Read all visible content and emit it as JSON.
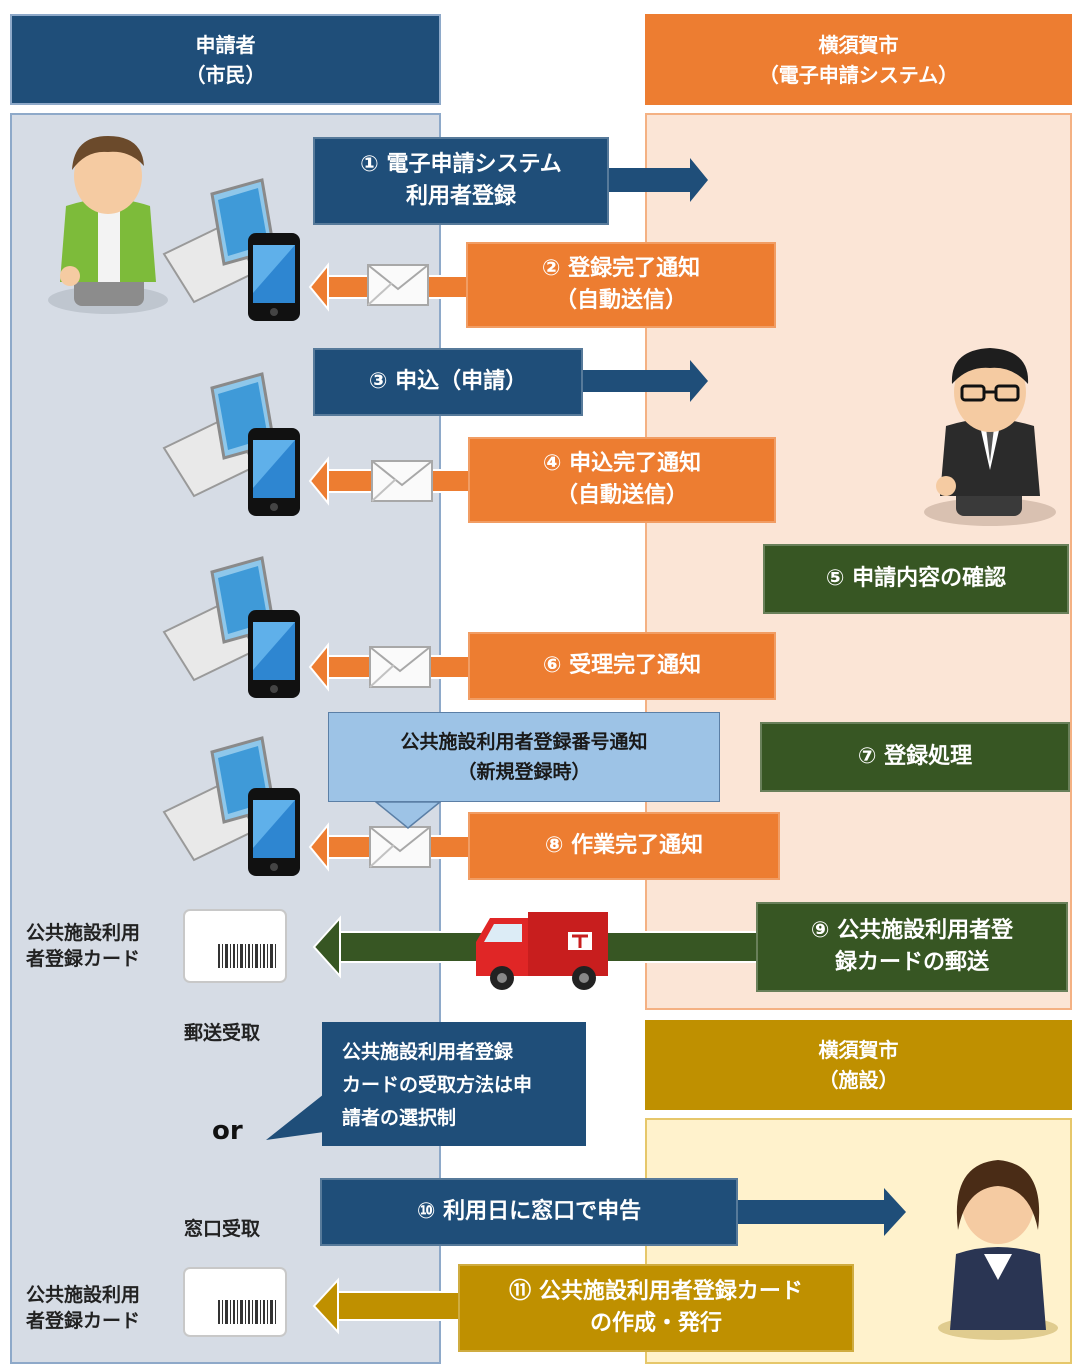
{
  "headers": {
    "applicant": {
      "line1": "申請者",
      "line2": "（市民）"
    },
    "city_system": {
      "line1": "横須賀市",
      "line2": "（電子申請システム）"
    },
    "city_facility": {
      "line1": "横須賀市",
      "line2": "（施設）"
    }
  },
  "steps": [
    {
      "line1": "①  電子申請システム",
      "line2": "利用者登録"
    },
    {
      "line1": "②  登録完了通知",
      "line2": "（自動送信）"
    },
    {
      "line1": "③  申込（申請）"
    },
    {
      "line1": "④  申込完了通知",
      "line2": "（自動送信）"
    },
    {
      "line1": "⑤  申請内容の確認"
    },
    {
      "line1": "⑥  受理完了通知"
    },
    {
      "line1": "⑦  登録処理"
    },
    {
      "line1": "⑧  作業完了通知"
    },
    {
      "line1": "⑨  公共施設利用者登",
      "line2": "録カードの郵送"
    },
    {
      "line1": "⑩  利用日に窓口で申告"
    },
    {
      "line1": "⑪  公共施設利用者登録カード",
      "line2": "の作成・発行"
    }
  ],
  "callouts": {
    "number_notice": {
      "line1": "公共施設利用者登録番号通知",
      "line2": "（新規登録時）"
    },
    "selection": {
      "line1": "公共施設利用者登録",
      "line2": "カードの受取方法は申",
      "line3": "請者の選択制"
    }
  },
  "labels": {
    "card_top": {
      "line1": "公共施設利用",
      "line2": "者登録カード"
    },
    "card_bottom": {
      "line1": "公共施設利用",
      "line2": "者登録カード"
    },
    "postal": "郵送受取",
    "or": "or",
    "counter": "窓口受取"
  },
  "colors": {
    "navy": "#1F4E79",
    "orange": "#ED7D31",
    "green": "#375623",
    "gold": "#BF9000",
    "applicant_bg": "#D6DCE5",
    "system_bg": "#FBE5D6",
    "facility_bg": "#FFF2CC",
    "callout_blue": "#9DC3E6"
  }
}
